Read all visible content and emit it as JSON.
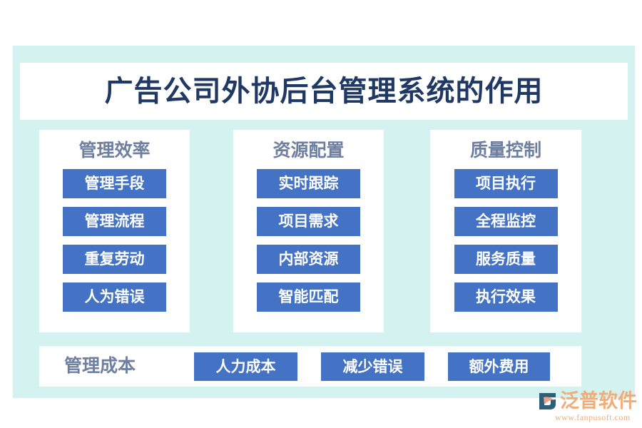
{
  "title": "广告公司外协后台管理系统的作用",
  "colors": {
    "panel_bg": "#d3f2f0",
    "card_bg": "#ffffff",
    "chip_blue": "#4472c4",
    "title_navy": "#1f3864",
    "heading_gray_blue": "#6f7fa0",
    "logo_orange": "#f0ad7a",
    "logo_mark_navy": "#2e5f7a"
  },
  "columns": [
    {
      "heading": "管理效率",
      "chips": [
        "管理手段",
        "管理流程",
        "重复劳动",
        "人为错误"
      ]
    },
    {
      "heading": "资源配置",
      "chips": [
        "实时跟踪",
        "项目需求",
        "内部资源",
        "智能匹配"
      ]
    },
    {
      "heading": "质量控制",
      "chips": [
        "项目执行",
        "全程监控",
        "服务质量",
        "执行效果"
      ]
    }
  ],
  "bottom": {
    "label": "管理成本",
    "chips": [
      "人力成本",
      "减少错误",
      "额外费用"
    ]
  },
  "logo": {
    "name": "泛普软件",
    "url": "www.fanpusoft.com"
  }
}
